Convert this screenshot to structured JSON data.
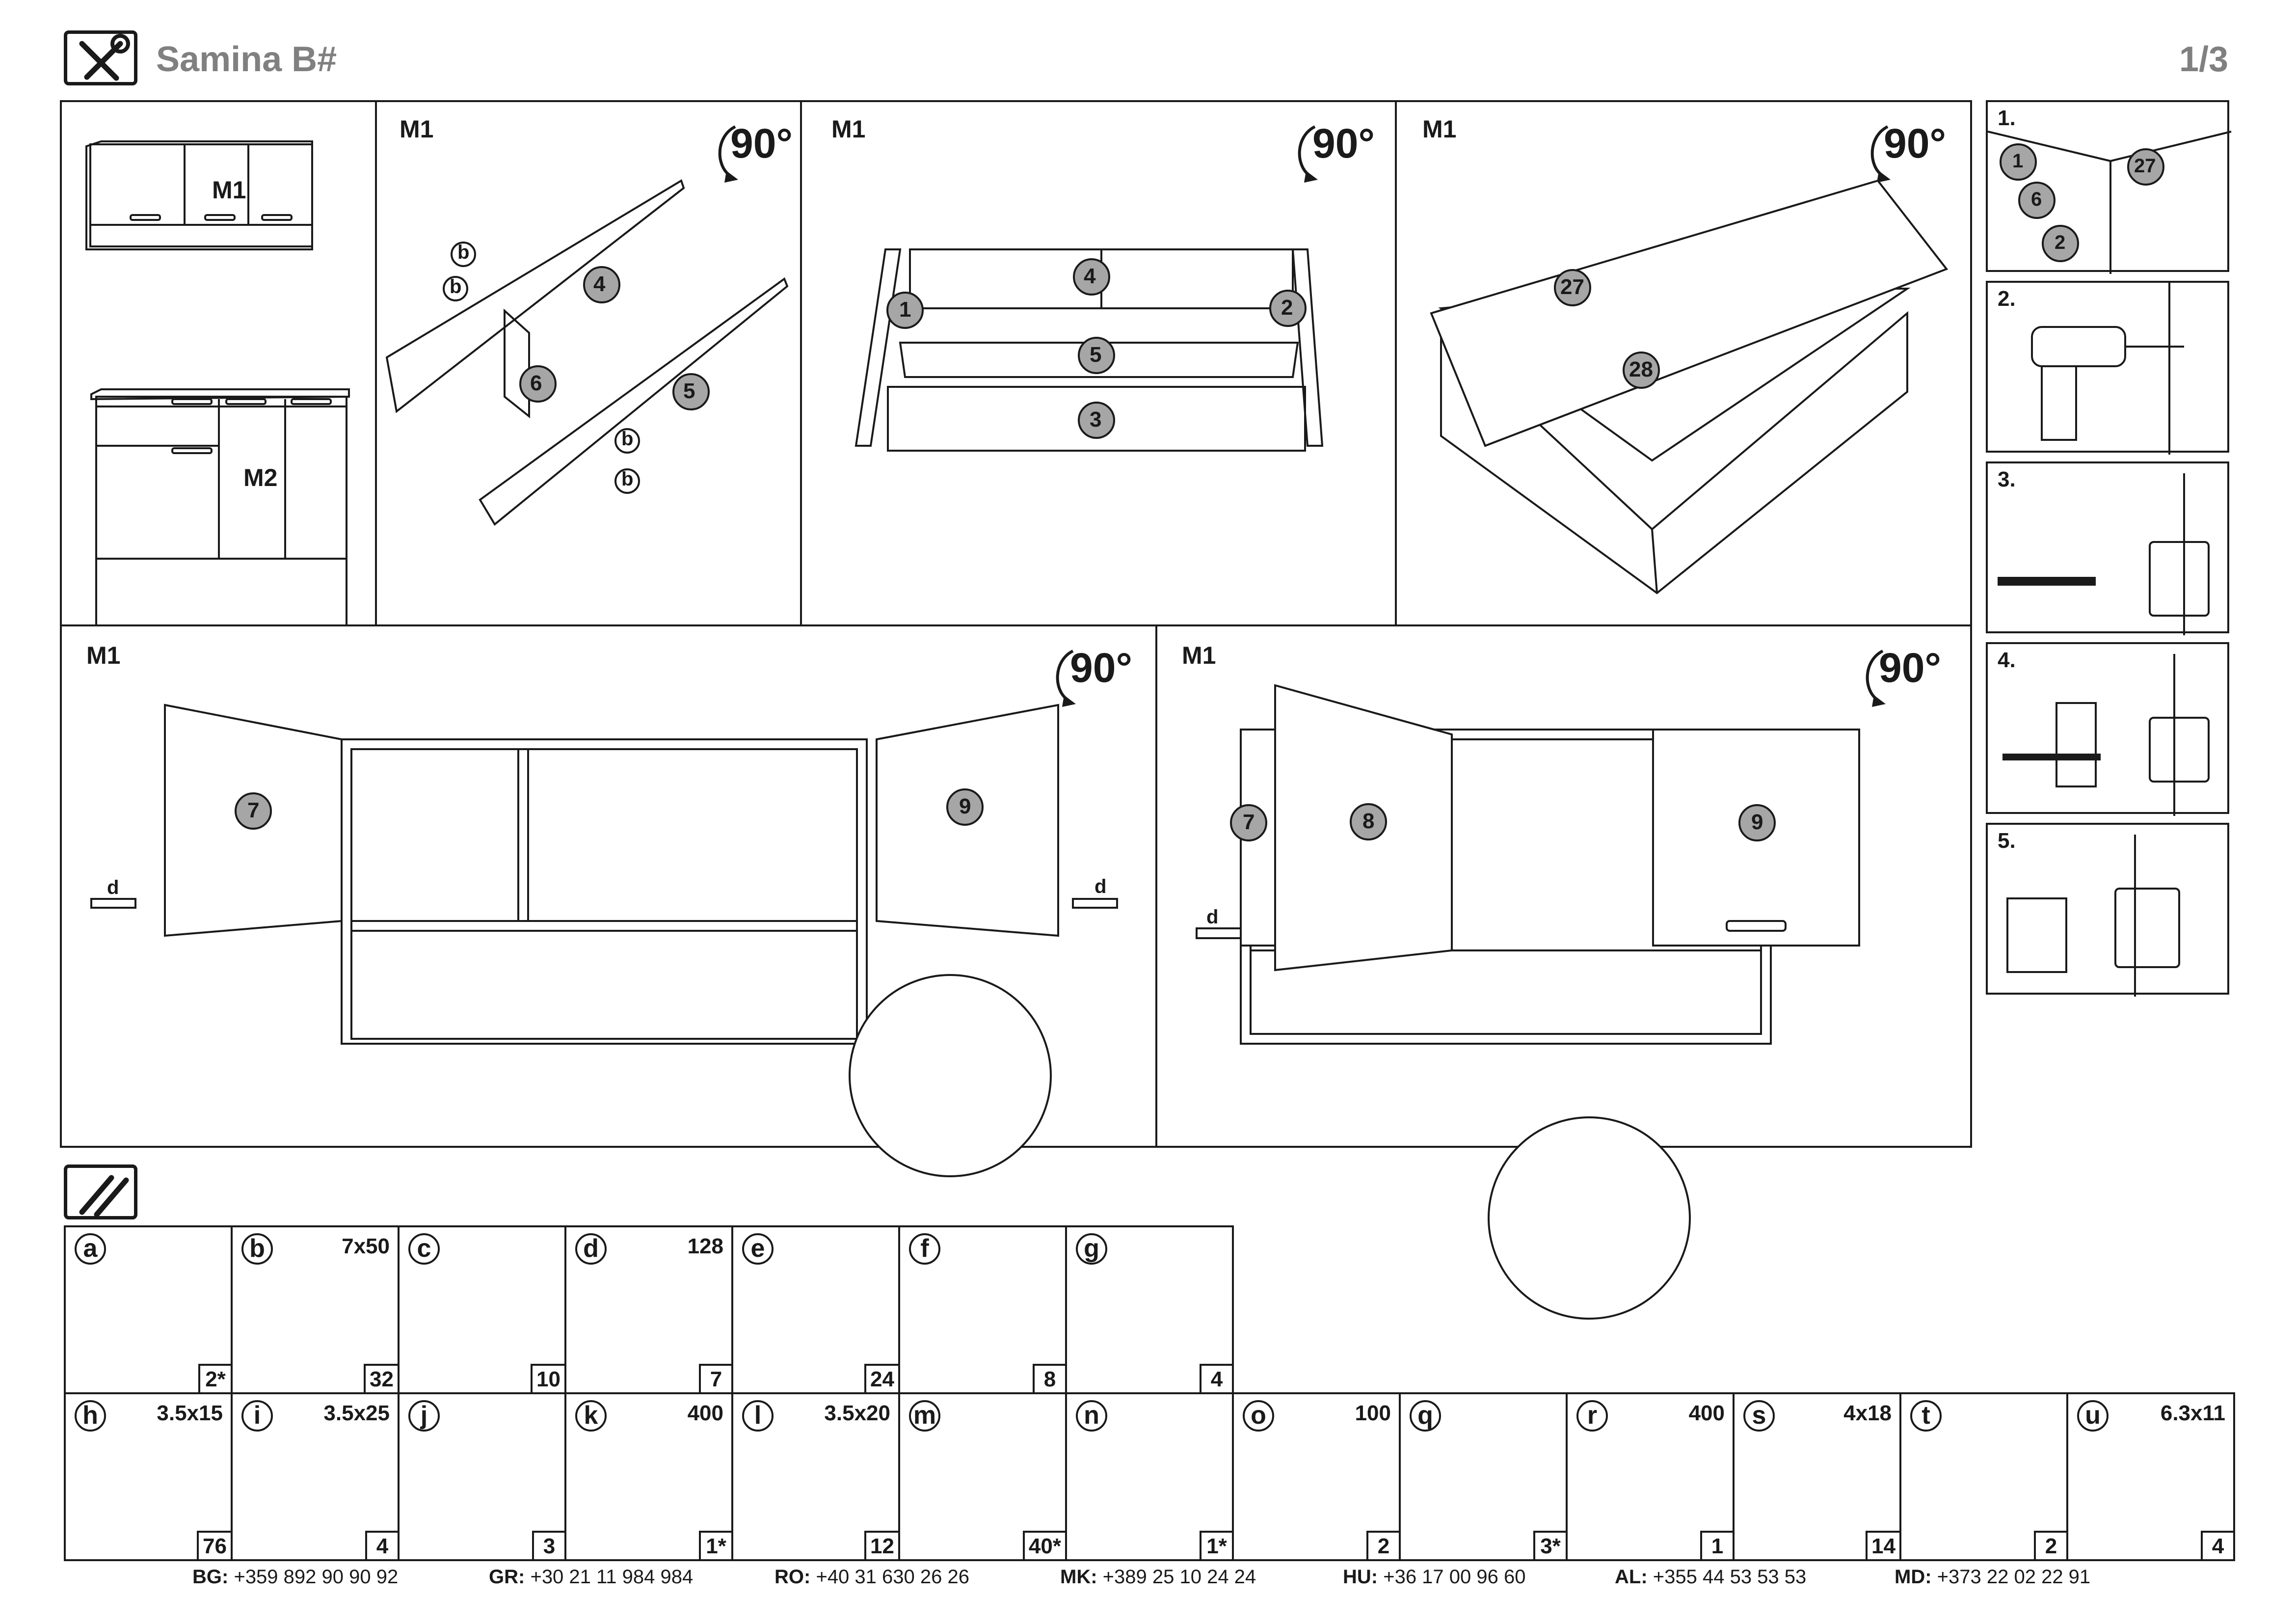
{
  "header": {
    "title": "Samina B#",
    "page": "1/3"
  },
  "module_labels": {
    "m1": "M1",
    "m2": "M2"
  },
  "rotate_label": "90°",
  "parts": {
    "p1": "1",
    "p2": "2",
    "p3": "3",
    "p4": "4",
    "p5": "5",
    "p6": "6",
    "p7": "7",
    "p8": "8",
    "p9": "9",
    "p27": "27",
    "p28": "28"
  },
  "fasteners": {
    "b": "b",
    "m": "m",
    "f": "f",
    "h": "h",
    "q": "q",
    "s": "s",
    "d": "d",
    "g": "g"
  },
  "steps": [
    "1.",
    "2.",
    "3.",
    "4.",
    "5."
  ],
  "hardware": [
    {
      "letter": "a",
      "spec": "",
      "qty": "2*"
    },
    {
      "letter": "b",
      "spec": "7x50",
      "qty": "32"
    },
    {
      "letter": "c",
      "spec": "",
      "qty": "10"
    },
    {
      "letter": "d",
      "spec": "128",
      "qty": "7"
    },
    {
      "letter": "e",
      "spec": "",
      "qty": "24"
    },
    {
      "letter": "f",
      "spec": "",
      "qty": "8"
    },
    {
      "letter": "g",
      "spec": "",
      "qty": "4"
    },
    {
      "letter": "h",
      "spec": "3.5x15",
      "qty": "76"
    },
    {
      "letter": "i",
      "spec": "3.5x25",
      "qty": "4"
    },
    {
      "letter": "j",
      "spec": "",
      "qty": "3"
    },
    {
      "letter": "k",
      "spec": "400",
      "qty": "1*"
    },
    {
      "letter": "l",
      "spec": "3.5x20",
      "qty": "12"
    },
    {
      "letter": "m",
      "spec": "",
      "qty": "40*"
    },
    {
      "letter": "n",
      "spec": "",
      "qty": "1*"
    },
    {
      "letter": "o",
      "spec": "100",
      "qty": "2"
    },
    {
      "letter": "q",
      "spec": "",
      "qty": "3*"
    },
    {
      "letter": "r",
      "spec": "400",
      "qty": "1"
    },
    {
      "letter": "s",
      "spec": "4x18",
      "qty": "14"
    },
    {
      "letter": "t",
      "spec": "",
      "qty": "2"
    },
    {
      "letter": "u",
      "spec": "6.3x11",
      "qty": "4"
    }
  ],
  "contacts": [
    {
      "code": "BG:",
      "phone": "+359 892 90 90 92"
    },
    {
      "code": "GR:",
      "phone": "+30 21 11 984 984"
    },
    {
      "code": "RO:",
      "phone": "+40 31 630 26 26"
    },
    {
      "code": "MK:",
      "phone": "+389 25 10 24 24"
    },
    {
      "code": "HU:",
      "phone": "+36 17 00 96 60"
    },
    {
      "code": "AL:",
      "phone": "+355 44 53 53 53"
    },
    {
      "code": "MD:",
      "phone": "+373 22 02 22 91"
    }
  ],
  "icons": {
    "header": "tools-icon",
    "hardware": "screws-icon",
    "rotate": "rotate-arrow-icon",
    "magnifier": "detail-magnifier-icon"
  },
  "colors": {
    "line": "#1a1a1a",
    "part_fill": "#a6a6a6",
    "title_gray": "#808080"
  }
}
